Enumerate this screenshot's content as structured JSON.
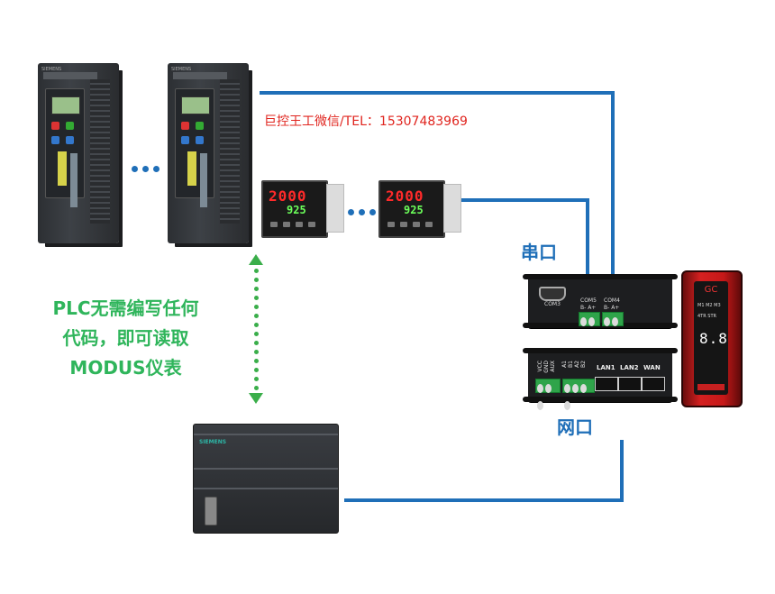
{
  "contact": "巨控王工微信/TEL：15307483969",
  "labels": {
    "serial": "串口",
    "network": "网口"
  },
  "note_lines": [
    "PLC无需编写任何",
    "代码，即可读取",
    "MODUS仪表"
  ],
  "inverter": {
    "brand": "SIEMENS"
  },
  "controllers": [
    {
      "pv": "2000",
      "sv": "925"
    },
    {
      "pv": "2000",
      "sv": "925"
    }
  ],
  "serial_gateway": {
    "com3": "COM3",
    "com5": "COM5",
    "com4": "COM4",
    "com5_pins": "B- A+",
    "com4_pins": "B- A+"
  },
  "network_gateway": {
    "terminals_left": [
      "VCC",
      "GND",
      "AUX"
    ],
    "terminals_right": [
      "A1",
      "B1",
      "A2",
      "B2"
    ],
    "ports": [
      "LAN1",
      "LAN2",
      "WAN"
    ]
  },
  "gc_device": {
    "title": "GC",
    "indicators": "M1 M2 M3",
    "status": "4TR  STR",
    "display": "8.8"
  },
  "plc": {
    "brand": "SIEMENS"
  },
  "colors": {
    "wire": "#1f6fb8",
    "green": "#2fb55b",
    "red": "#e0241e"
  }
}
